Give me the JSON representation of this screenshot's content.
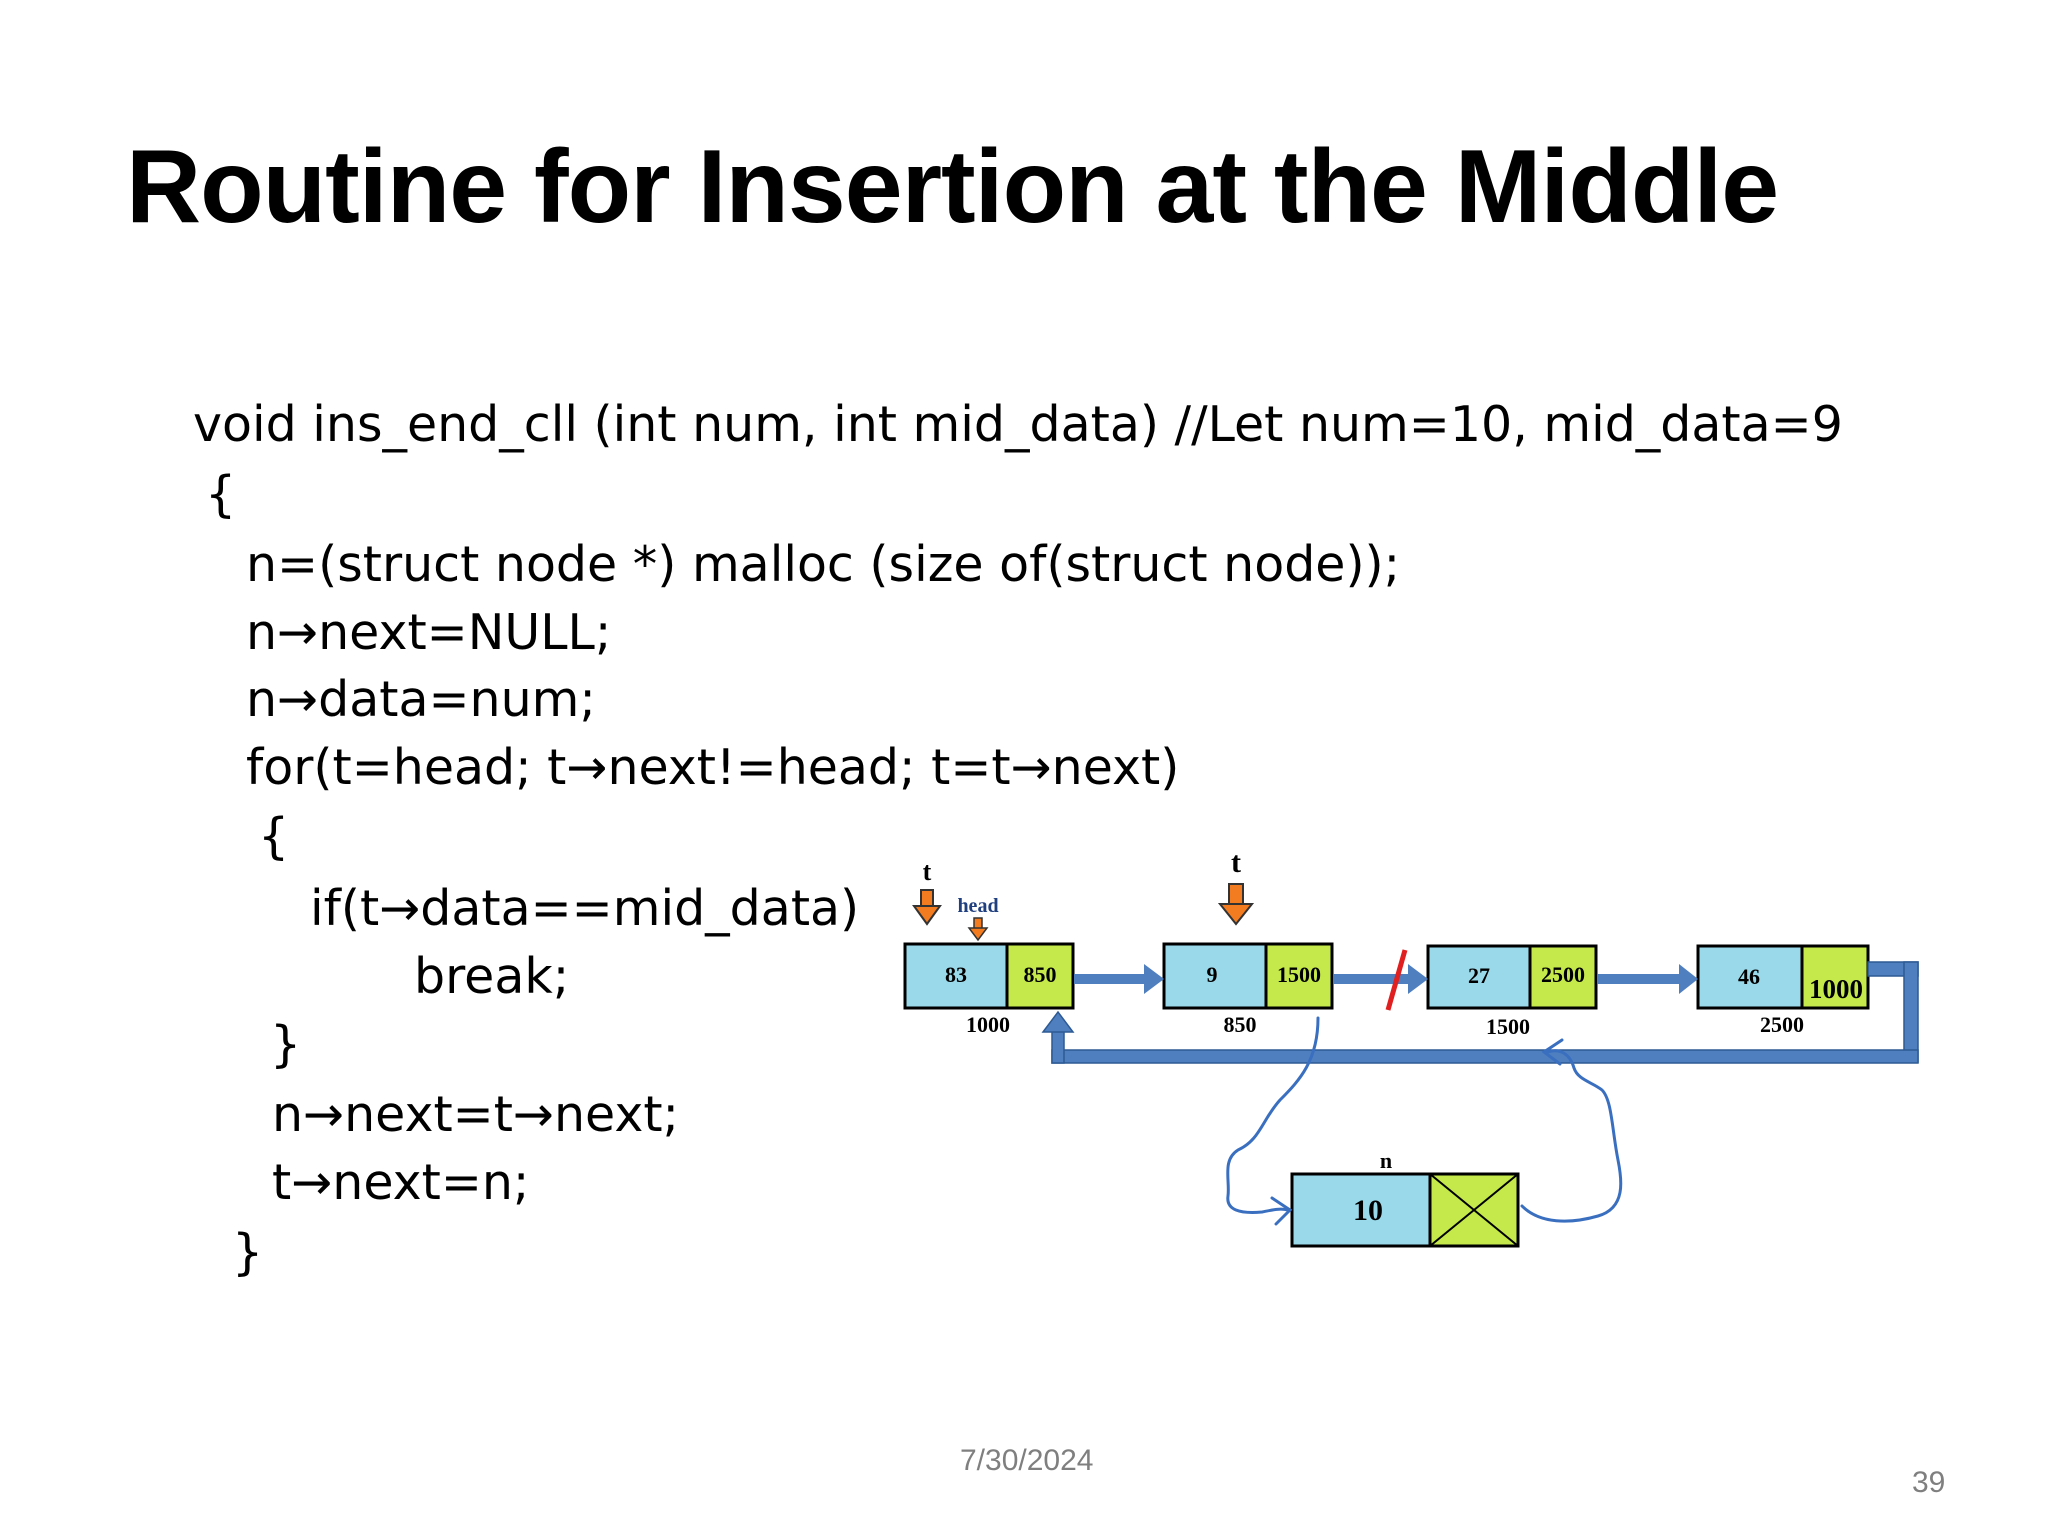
{
  "slide": {
    "title": "Routine for Insertion at the Middle",
    "date": "7/30/2024",
    "page_number": "39"
  },
  "code": {
    "lines": [
      "void ins_end_cll (int num, int mid_data) //Let num=10, mid_data=9",
      "{",
      "n=(struct node *) malloc (size of(struct node));",
      "n→next=NULL;",
      "n→data=num;",
      "for(t=head; t→next!=head; t=t→next)",
      "{",
      "if(t→data==mid_data)",
      "break;",
      "}",
      "n→next=t→next;",
      "t→next=n;",
      "}"
    ]
  },
  "diagram": {
    "pointer_t_label": "t",
    "pointer_head_label": "head",
    "pointer_n_label": "n",
    "nodes": [
      {
        "data": "83",
        "next": "850",
        "address": "1000"
      },
      {
        "data": "9",
        "next": "1500",
        "address": "850"
      },
      {
        "data": "27",
        "next": "2500",
        "address": "1500"
      },
      {
        "data": "46",
        "next": "1000",
        "address": "2500"
      }
    ],
    "new_node": {
      "data": "10"
    },
    "colors": {
      "data_cell": "#99d9ea",
      "next_cell": "#c5e84a",
      "link_arrow": "#4f7fbf",
      "pointer_arrow": "#f47c20",
      "cut_mark": "#e02020",
      "handwritten": "#3a6fc0"
    }
  }
}
